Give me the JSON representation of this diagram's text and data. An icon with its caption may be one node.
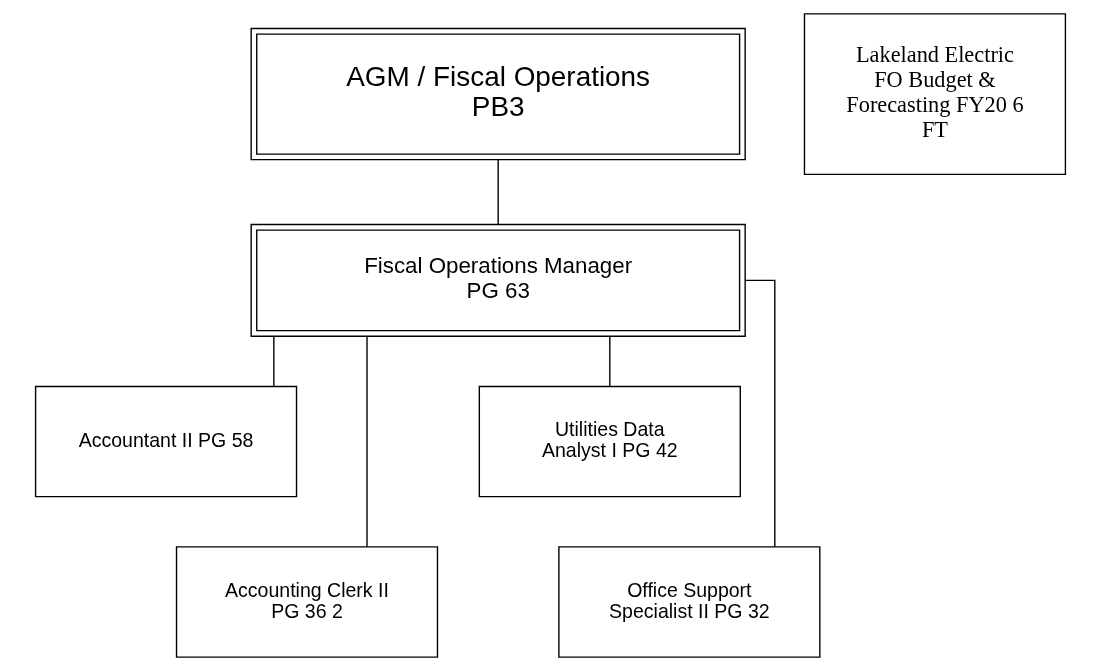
{
  "diagram": {
    "nodes": [
      {
        "text": [
          "AGM / Fiscal Operations PB3"
        ]
      },
      {
        "text": [
          "Fiscal Operations Manager PG 63"
        ]
      },
      {
        "text": [
          "Accountant II PG 58"
        ]
      },
      {
        "text": [
          "Utilities Data Analyst I PG 42"
        ]
      },
      {
        "text": [
          "Accounting Clerk II PG 36 2"
        ]
      },
      {
        "text": [
          "Office Support Specialist II PG 32"
        ]
      },
      {
        "text": [
          "Lakeland Electric FO Budget & Forecasting FY20 6 FT"
        ]
      }
    ],
    "edges": [
      {
        "from": 0,
        "to": 1,
        "arrow": "none"
      },
      {
        "from": 1,
        "to": 2,
        "arrow": "none"
      },
      {
        "from": 1,
        "to": 3,
        "arrow": "none"
      },
      {
        "from": 1,
        "to": 4,
        "arrow": "none"
      },
      {
        "from": 1,
        "to": 5,
        "arrow": "none"
      }
    ]
  }
}
